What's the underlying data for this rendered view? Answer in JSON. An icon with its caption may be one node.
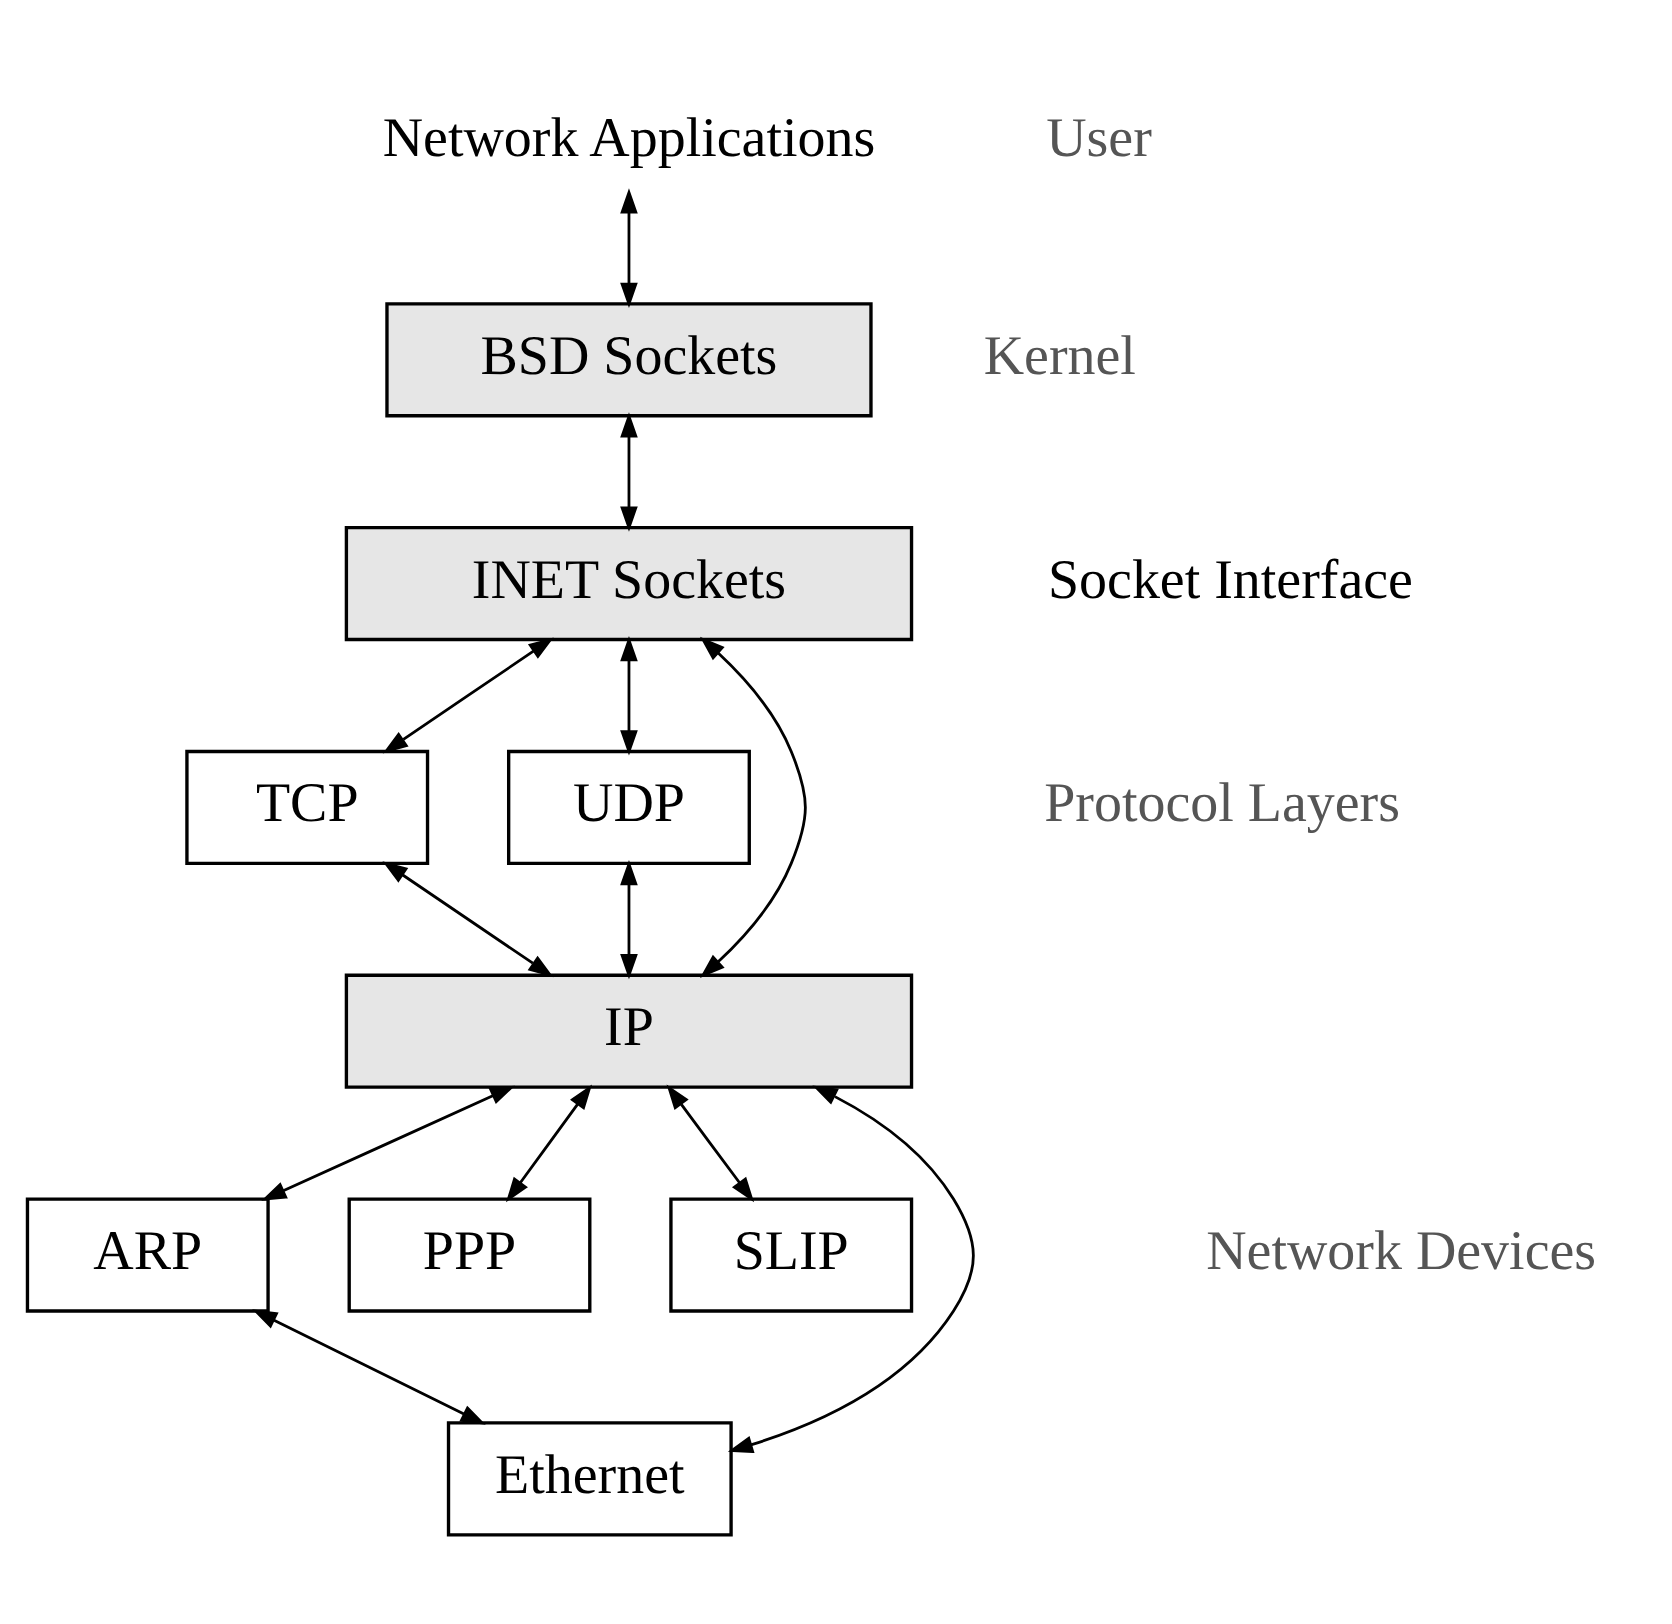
{
  "diagram": {
    "nodes": [
      {
        "text": [
          "Network Applications"
        ]
      },
      {
        "text": [
          "BSD Sockets"
        ]
      },
      {
        "text": [
          "INET Sockets"
        ]
      },
      {
        "text": [
          "TCP"
        ]
      },
      {
        "text": [
          "UDP"
        ]
      },
      {
        "text": [
          "IP"
        ]
      },
      {
        "text": [
          "ARP"
        ]
      },
      {
        "text": [
          "PPP"
        ]
      },
      {
        "text": [
          "SLIP"
        ]
      },
      {
        "text": [
          "Ethernet"
        ]
      }
    ],
    "edges": [
      {
        "from": 0,
        "to": 1,
        "arrow": "both"
      },
      {
        "from": 1,
        "to": 2,
        "arrow": "both"
      },
      {
        "from": 2,
        "to": 3,
        "arrow": "both"
      },
      {
        "from": 2,
        "to": 5,
        "arrow": "both"
      },
      {
        "from": 2,
        "to": 4,
        "arrow": "both"
      },
      {
        "from": 3,
        "to": 5,
        "arrow": "both"
      },
      {
        "from": 4,
        "to": 5,
        "arrow": "both"
      },
      {
        "from": 5,
        "to": 6,
        "arrow": "both"
      },
      {
        "from": 5,
        "to": 7,
        "arrow": "both"
      },
      {
        "from": 5,
        "to": 8,
        "arrow": "both"
      },
      {
        "from": 5,
        "to": 9,
        "arrow": "both"
      },
      {
        "from": 6,
        "to": 9,
        "arrow": "both"
      }
    ],
    "labels": [
      "User",
      "Kernel",
      "Socket Interface",
      "Protocol Layers",
      "Network Devices"
    ]
  }
}
